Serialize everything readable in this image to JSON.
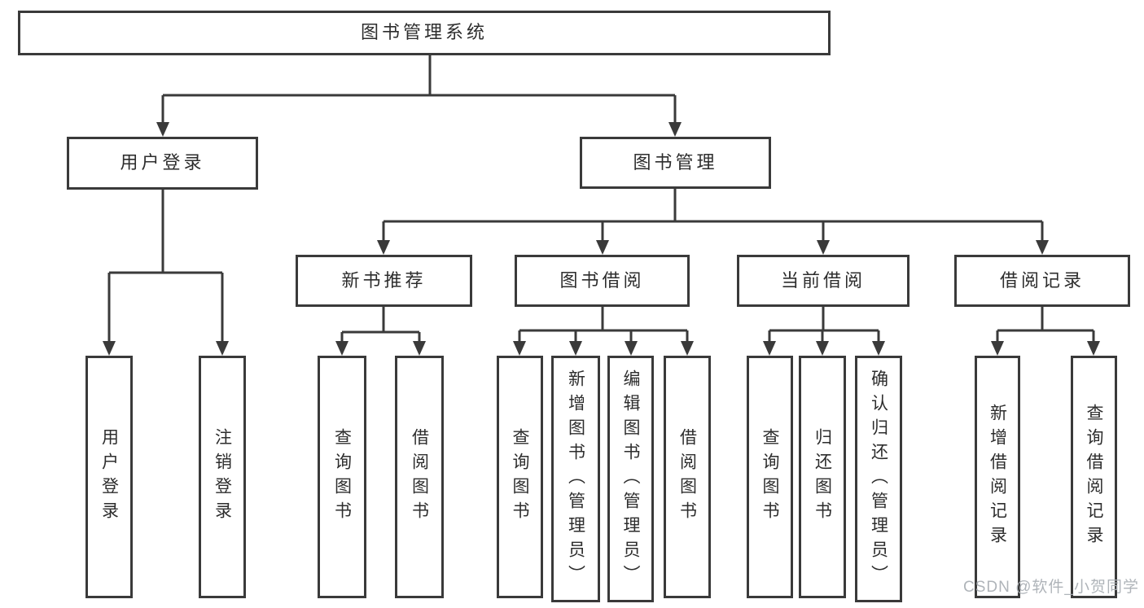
{
  "diagram": {
    "type": "tree",
    "title": "图书管理系统"
  },
  "nodes": {
    "root": {
      "label": "图书管理系统"
    },
    "user_login": {
      "label": "用户登录"
    },
    "book_mgmt": {
      "label": "图书管理"
    },
    "new_book_rec": {
      "label": "新书推荐"
    },
    "book_borrow": {
      "label": "图书借阅"
    },
    "current_borrow": {
      "label": "当前借阅"
    },
    "borrow_records": {
      "label": "借阅记录"
    },
    "leaf_user_login": {
      "label": "用户登录"
    },
    "leaf_logout": {
      "label": "注销登录"
    },
    "leaf_query_book_1": {
      "label": "查询图书"
    },
    "leaf_borrow_book_1": {
      "label": "借阅图书"
    },
    "leaf_query_book_2": {
      "label": "查询图书"
    },
    "leaf_add_book": {
      "label": "新增图书（管理员）"
    },
    "leaf_edit_book": {
      "label": "编辑图书（管理员）"
    },
    "leaf_borrow_book_2": {
      "label": "借阅图书"
    },
    "leaf_query_book_3": {
      "label": "查询图书"
    },
    "leaf_return_book": {
      "label": "归还图书"
    },
    "leaf_confirm_return": {
      "label": "确认归还（管理员）"
    },
    "leaf_add_record": {
      "label": "新增借阅记录"
    },
    "leaf_query_record": {
      "label": "查询借阅记录"
    }
  },
  "edges": [
    {
      "from": "root",
      "to": "user_login"
    },
    {
      "from": "root",
      "to": "book_mgmt"
    },
    {
      "from": "user_login",
      "to": "leaf_user_login"
    },
    {
      "from": "user_login",
      "to": "leaf_logout"
    },
    {
      "from": "book_mgmt",
      "to": "new_book_rec"
    },
    {
      "from": "book_mgmt",
      "to": "book_borrow"
    },
    {
      "from": "book_mgmt",
      "to": "current_borrow"
    },
    {
      "from": "book_mgmt",
      "to": "borrow_records"
    },
    {
      "from": "new_book_rec",
      "to": "leaf_query_book_1"
    },
    {
      "from": "new_book_rec",
      "to": "leaf_borrow_book_1"
    },
    {
      "from": "book_borrow",
      "to": "leaf_query_book_2"
    },
    {
      "from": "book_borrow",
      "to": "leaf_add_book"
    },
    {
      "from": "book_borrow",
      "to": "leaf_edit_book"
    },
    {
      "from": "book_borrow",
      "to": "leaf_borrow_book_2"
    },
    {
      "from": "current_borrow",
      "to": "leaf_query_book_3"
    },
    {
      "from": "current_borrow",
      "to": "leaf_return_book"
    },
    {
      "from": "current_borrow",
      "to": "leaf_confirm_return"
    },
    {
      "from": "borrow_records",
      "to": "leaf_add_record"
    },
    {
      "from": "borrow_records",
      "to": "leaf_query_record"
    }
  ],
  "watermark": {
    "text": "CSDN @软件_小贺同学"
  },
  "colors": {
    "background": "#ffffff",
    "line": "#3a3a3a",
    "box_border": "#3a3a3a",
    "text": "#2d2d2d",
    "watermark": "#a9aeb4"
  }
}
